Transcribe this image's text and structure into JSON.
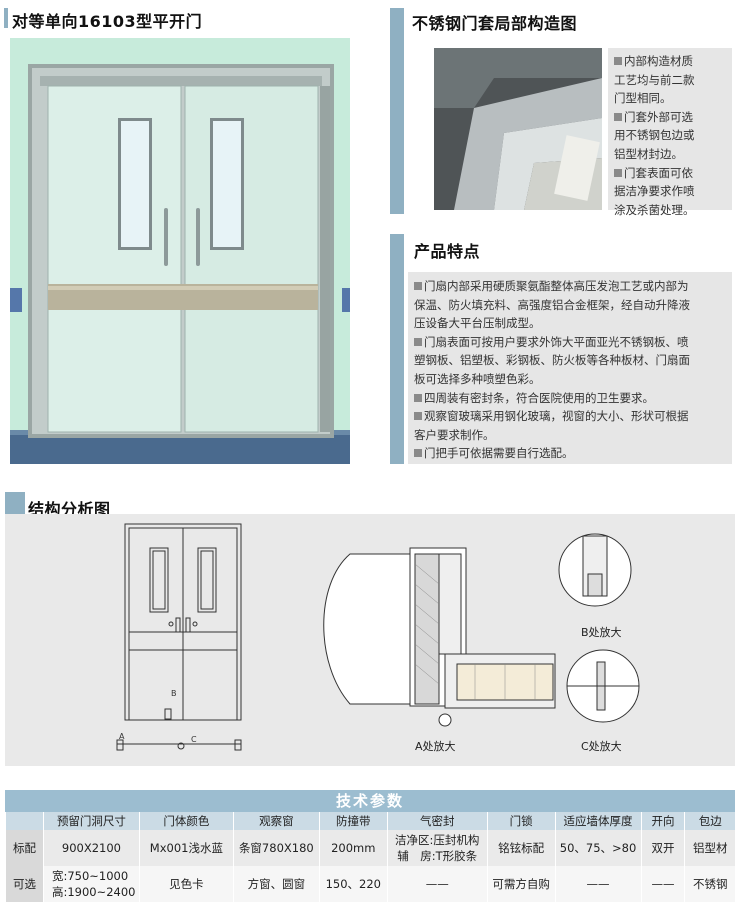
{
  "left_title": "对等单向16103型平开门",
  "top_right": {
    "title": "不锈钢门套局部构造图",
    "bullets": [
      "内部构造材质工艺均与前二款门型相同。",
      "门套外部可选用不锈钢包边或铝型材封边。",
      "门套表面可依据洁净要求作喷涂及杀菌处理。"
    ],
    "lines": [
      "内部构造材质",
      "工艺均与前二款",
      "门型相同。",
      "门套外部可选",
      "用不锈钢包边或",
      "铝型材封边。",
      "门套表面可依",
      "据洁净要求作喷",
      "涂及杀菌处理。"
    ]
  },
  "features": {
    "title": "产品特点",
    "lines": [
      {
        "b": true,
        "t": "门扇内部采用硬质聚氨酯整体高压发泡工艺或内部为"
      },
      {
        "b": false,
        "t": "保温、防火填充料、高强度铝合金框架，经自动升降液"
      },
      {
        "b": false,
        "t": "压设备大平台压制成型。"
      },
      {
        "b": true,
        "t": "门扇表面可按用户要求外饰大平面亚光不锈钢板、喷"
      },
      {
        "b": false,
        "t": "塑钢板、铝塑板、彩钢板、防火板等各种板材、门扇面"
      },
      {
        "b": false,
        "t": "板可选择多种喷塑色彩。"
      },
      {
        "b": true,
        "t": "四周装有密封条，符合医院使用的卫生要求。"
      },
      {
        "b": true,
        "t": "观察窗玻璃采用钢化玻璃，视窗的大小、形状可根据"
      },
      {
        "b": false,
        "t": "客户要求制作。"
      },
      {
        "b": true,
        "t": "门把手可依据需要自行选配。"
      }
    ]
  },
  "structure": {
    "title": "结构分析图",
    "label_a": "A处放大",
    "label_b": "B处放大",
    "label_c": "C处放大",
    "mark_a": "A",
    "mark_b": "B",
    "mark_c": "C"
  },
  "spec": {
    "title": "技术参数",
    "headers": [
      "",
      "预留门洞尺寸",
      "门体颜色",
      "观察窗",
      "防撞带",
      "气密封",
      "门锁",
      "适应墙体厚度",
      "开向",
      "包边"
    ],
    "row1": {
      "head": "标配",
      "size": "900X2100",
      "color": "Mx001浅水蓝",
      "window": "条窗780X180",
      "guard": "200mm",
      "seal_1": "洁净区:压封机构",
      "seal_2": "辅　房:T形胶条",
      "lock": "铭铉标配",
      "wall": "50、75、>80",
      "open": "双开",
      "edge": "铝型材"
    },
    "row2": {
      "head": "可选",
      "size_1": "宽:750~1000",
      "size_2": "高:1900~2400",
      "color": "见色卡",
      "window": "方窗、圆窗",
      "guard": "150、220",
      "seal": "——",
      "lock": "可需方自购",
      "wall": "——",
      "open": "——",
      "edge": "不锈钢"
    }
  },
  "colors": {
    "accent_bar": "#8fb0c2",
    "table_title": "#9cbdd0",
    "table_header": "#cbdbe5",
    "door_panel": "#d8ece4",
    "wall": "#b9e0cf",
    "floor": "#4a6a8e"
  }
}
